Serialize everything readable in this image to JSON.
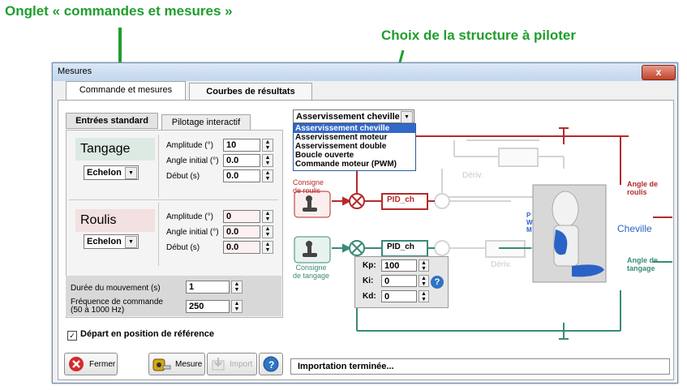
{
  "annotations": {
    "left": "Onglet « commandes et mesures »",
    "right": "Choix de la structure à piloter"
  },
  "window": {
    "title": "Mesures",
    "close": "x"
  },
  "tabs": [
    {
      "label": "Commande et mesures"
    },
    {
      "label": "Courbes de résultats"
    }
  ],
  "left_panel": {
    "subtabs": [
      {
        "label": "Entrées standard"
      },
      {
        "label": "Pilotage interactif"
      }
    ],
    "tangage": {
      "title": "Tangage",
      "mode": "Echelon",
      "amplitude_label": "Amplitude (°)",
      "amplitude": "10",
      "angle_label": "Angle initial (°)",
      "angle": "0.0",
      "debut_label": "Début (s)",
      "debut": "0.0"
    },
    "roulis": {
      "title": "Roulis",
      "mode": "Echelon",
      "amplitude_label": "Amplitude (°)",
      "amplitude": "0",
      "angle_label": "Angle initial (°)",
      "angle": "0.0",
      "debut_label": "Début (s)",
      "debut": "0.0"
    },
    "duree_label": "Durée du mouvement (s)",
    "duree": "1",
    "freq_label_1": "Fréquence de commande",
    "freq_label_2": "(50 à 1000 Hz)",
    "freq": "250",
    "checkbox_label": "Départ en position de référence",
    "checkbox_checked": true
  },
  "buttons": {
    "fermer": "Fermer",
    "mesure": "Mesure",
    "import": "Import",
    "help": "?"
  },
  "status": "Importation terminée...",
  "structure": {
    "selected": "Asservissement cheville",
    "options": [
      "Asservissement cheville",
      "Asservissement moteur",
      "Asservissement double",
      "Boucle ouverte",
      "Commande moteur (PWM)"
    ]
  },
  "diagram": {
    "consigne_roulis_1": "Consigne",
    "consigne_roulis_2": "de roulis",
    "consigne_tangage_1": "Consigne",
    "consigne_tangage_2": "de tangage",
    "pid_top": "PID_ch",
    "pid_bottom": "PID_ch",
    "deriv_1": "Dériv.",
    "deriv_2": "Dériv.",
    "pwm_p": "P",
    "pwm_w": "W",
    "pwm_m": "M",
    "cheville": "Cheville",
    "angle_roulis_1": "Angle de",
    "angle_roulis_2": "roulis",
    "angle_tangage_1": "Angle de",
    "angle_tangage_2": "tangage",
    "kp_label": "Kp:",
    "kp": "100",
    "ki_label": "Ki:",
    "ki": "0",
    "kd_label": "Kd:",
    "kd": "0",
    "help": "?"
  },
  "colors": {
    "red": "#b52a2a",
    "teal": "#3a8a78",
    "annotation_green": "#1e9e2c"
  }
}
